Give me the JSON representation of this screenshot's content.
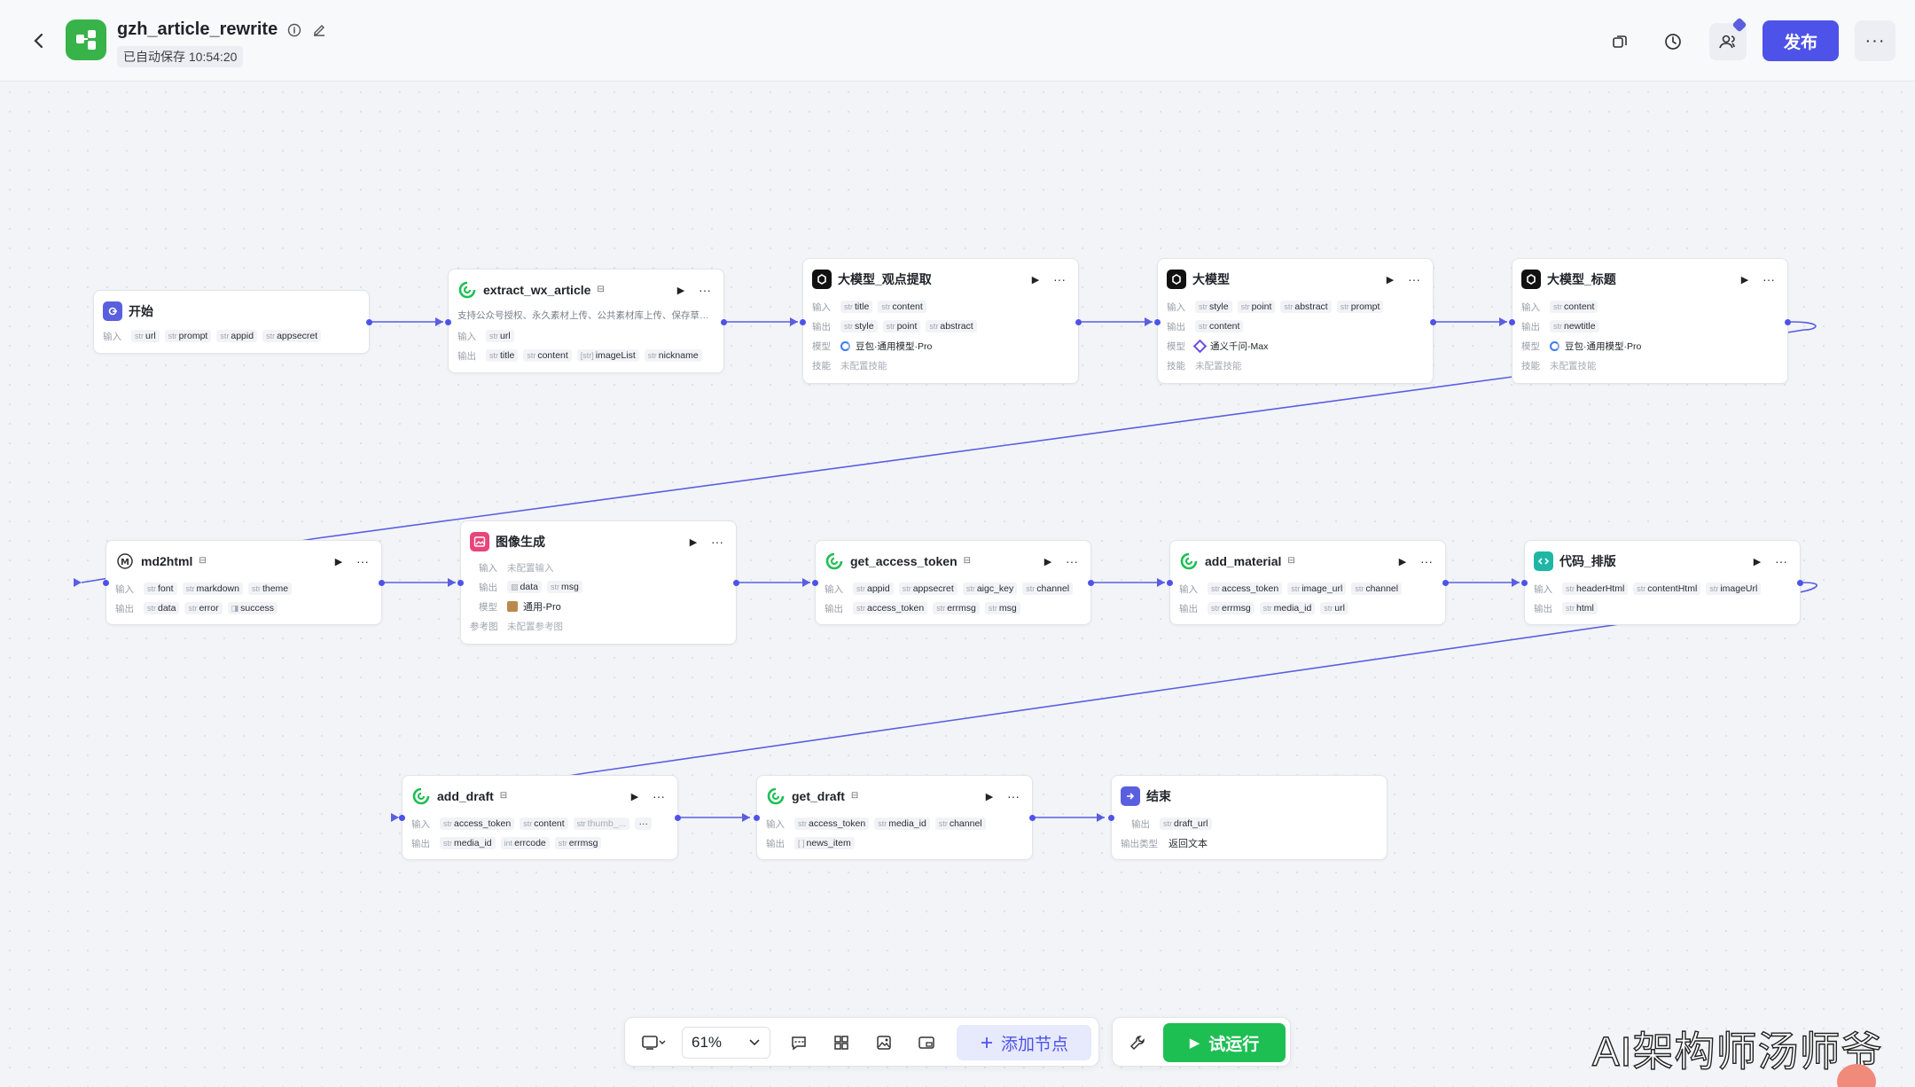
{
  "header": {
    "title": "gzh_article_rewrite",
    "autosave": "已自动保存 10:54:20",
    "publish_label": "发布",
    "more_label": "···",
    "icons": [
      "back-icon",
      "app-logo-icon",
      "info-icon",
      "edit-icon",
      "copy-icon",
      "history-icon",
      "collaborators-icon",
      "more-icon"
    ]
  },
  "colors": {
    "accent": "#4d53e8",
    "green": "#1dbf53",
    "edge": "#5a5fe0"
  },
  "labels": {
    "in": "输入",
    "out": "输出",
    "model": "模型",
    "skill": "技能",
    "ref": "参考图",
    "out_type": "输出类型",
    "str": "str",
    "not_configured_skill": "未配置技能"
  },
  "nodes": {
    "start": {
      "title": "开始",
      "in": [
        "url",
        "prompt",
        "appid",
        "appsecret"
      ]
    },
    "extract": {
      "title": "extract_wx_article",
      "desc": "支持公众号授权、永久素材上传、公共素材库上传、保存草稿...",
      "in": [
        "url"
      ],
      "out": [
        "title",
        "content",
        "imageList",
        "nickname"
      ],
      "imageList_type": "[str]"
    },
    "llm1": {
      "title": "大模型_观点提取",
      "in": [
        "title",
        "content"
      ],
      "out": [
        "style",
        "point",
        "abstract"
      ],
      "model": "豆包·通用模型·Pro",
      "skill": "未配置技能"
    },
    "llm2": {
      "title": "大模型",
      "in": [
        "style",
        "point",
        "abstract",
        "prompt"
      ],
      "out": [
        "content"
      ],
      "model": "通义千问-Max",
      "skill": "未配置技能"
    },
    "llm3": {
      "title": "大模型_标题",
      "in": [
        "content"
      ],
      "out": [
        "newtitle"
      ],
      "model": "豆包·通用模型·Pro",
      "skill": "未配置技能"
    },
    "md2html": {
      "title": "md2html",
      "in": [
        "font",
        "markdown",
        "theme"
      ],
      "out": [
        "data",
        "error",
        "success"
      ]
    },
    "imggen": {
      "title": "图像生成",
      "in_text": "未配置输入",
      "out": [
        "data",
        "msg"
      ],
      "model": "通用-Pro",
      "ref": "未配置参考图"
    },
    "token": {
      "title": "get_access_token",
      "in": [
        "appid",
        "appsecret",
        "aigc_key",
        "channel"
      ],
      "out": [
        "access_token",
        "errmsg",
        "msg"
      ]
    },
    "material": {
      "title": "add_material",
      "in": [
        "access_token",
        "image_url",
        "channel"
      ],
      "out": [
        "errmsg",
        "media_id",
        "url"
      ]
    },
    "layout": {
      "title": "代码_排版",
      "in": [
        "headerHtml",
        "contentHtml",
        "imageUrl"
      ],
      "out": [
        "html"
      ]
    },
    "draft": {
      "title": "add_draft",
      "in": [
        "access_token",
        "content",
        "thumb_..."
      ],
      "out": [
        "media_id",
        "errcode",
        "errmsg"
      ],
      "more": "···"
    },
    "getdraft": {
      "title": "get_draft",
      "in": [
        "access_token",
        "media_id",
        "channel"
      ],
      "out": [
        "news_item"
      ]
    },
    "end": {
      "title": "结束",
      "out": [
        "draft_url"
      ],
      "out_type_val": "返回文本"
    }
  },
  "toolbar": {
    "zoom": "61%",
    "add_node": "添加节点",
    "run": "试运行"
  },
  "watermark": "AI架构师汤师爷"
}
